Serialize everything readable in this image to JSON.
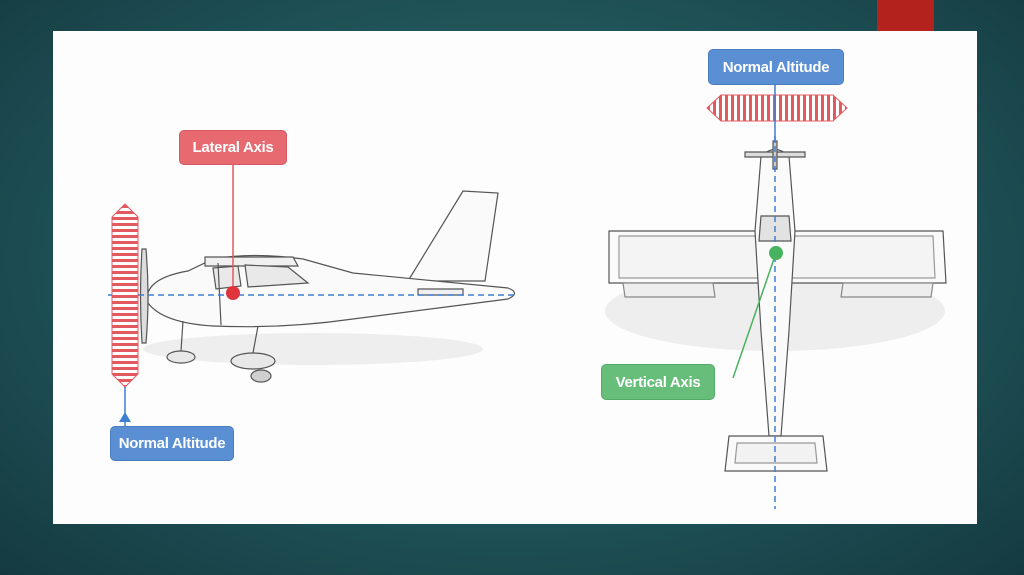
{
  "labels": {
    "lateral_axis": "Lateral Axis",
    "normal_altitude_side": "Normal Altitude",
    "normal_altitude_top": "Normal Altitude",
    "vertical_axis": "Vertical Axis"
  },
  "colors": {
    "background": "#1f5358",
    "accent": "#b3221d",
    "blue_label": "#5b8fd3",
    "red_label": "#e66a70",
    "green_label": "#67be7a",
    "axis_line": "#3d7fd1"
  }
}
